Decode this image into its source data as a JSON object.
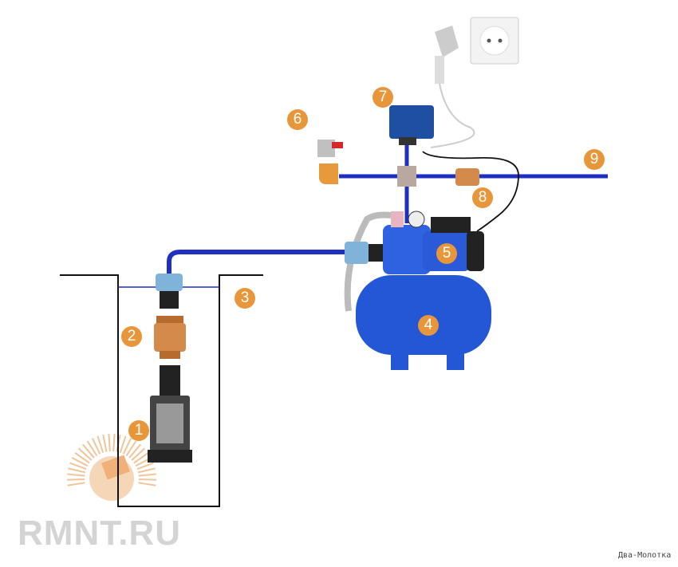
{
  "diagram": {
    "labels": [
      "1",
      "2",
      "3",
      "4",
      "5",
      "6",
      "7",
      "8",
      "9"
    ],
    "watermark": "RMNT.RU",
    "watermark2": "Два-Молотка"
  },
  "colors": {
    "pipe": "#1f2fbf",
    "label": "#e8963a",
    "pump": "#2457d6",
    "copper": "#d48a4a"
  }
}
